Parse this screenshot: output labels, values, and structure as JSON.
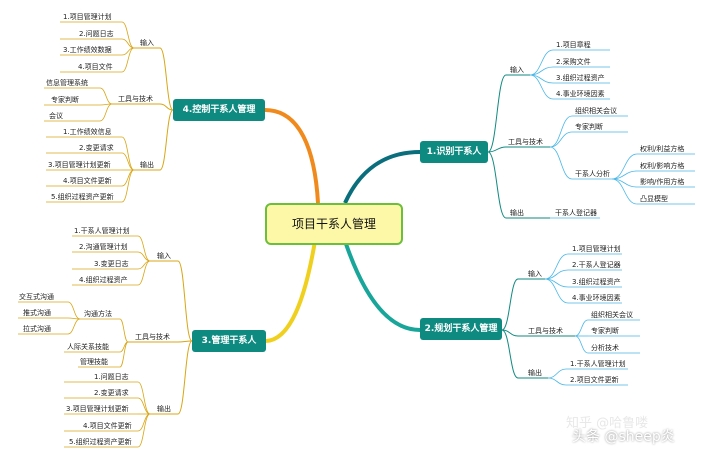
{
  "center_topic": "项目干系人管理",
  "branches": {
    "b1": {
      "title": "1.识别干系人",
      "inputs_label": "输入",
      "inputs": [
        "1.项目章程",
        "2.采购文件",
        "3.组织过程资产",
        "4.事业环境因素"
      ],
      "tools_label": "工具与技术",
      "tools": [
        "组织相关会议",
        "专家判断",
        "干系人分析"
      ],
      "analysis_items": [
        "权利/利益方格",
        "权利/影响方格",
        "影响/作用方格",
        "凸显模型"
      ],
      "outputs_label": "输出",
      "outputs": [
        "干系人登记器"
      ]
    },
    "b2": {
      "title": "2.规划干系人管理",
      "inputs_label": "输入",
      "inputs": [
        "1.项目管理计划",
        "2.干系人登记器",
        "3.组织过程资产",
        "4.事业环境因素"
      ],
      "tools_label": "工具与技术",
      "tools": [
        "组织相关会议",
        "专家判断",
        "分析技术"
      ],
      "outputs_label": "输出",
      "outputs": [
        "1.干系人管理计划",
        "2.项目文件更新"
      ]
    },
    "b3": {
      "title": "3.管理干系人",
      "inputs_label": "输入",
      "inputs": [
        "1.干系人管理计划",
        "2.沟通管理计划",
        "3.变更日志",
        "4.组织过程资产"
      ],
      "tools_label": "工具与技术",
      "tools": [
        "沟通方法",
        "人际关系技能",
        "管理技能"
      ],
      "comm_methods": [
        "交互式沟通",
        "推式沟通",
        "拉式沟通"
      ],
      "outputs_label": "输出",
      "outputs": [
        "1.问题日志",
        "2.变更请求",
        "3.项目管理计划更新",
        "4.项目文件更新",
        "5.组织过程资产更新"
      ]
    },
    "b4": {
      "title": "4.控制干系人管理",
      "inputs_label": "输入",
      "inputs": [
        "1.项目管理计划",
        "2.问题日志",
        "3.工作绩效数据",
        "4.项目文件"
      ],
      "tools_label": "工具与技术",
      "tools": [
        "信息管理系统",
        "专家判断",
        "会议"
      ],
      "outputs_label": "输出",
      "outputs": [
        "1.工作绩效信息",
        "2.变更请求",
        "3.项目管理计划更新",
        "4.项目文件更新",
        "5.组织过程资产更新"
      ]
    }
  },
  "watermarks": {
    "site": "知乎 @哈鲁喽",
    "author": "头条 @sheep炎"
  },
  "colors": {
    "center_fill": "#fdf7a8",
    "center_border": "#6bbf3b",
    "topic_fill": "#0f8a80",
    "teal_line": "#0f8a80",
    "branch1_line": "#0a6e7d",
    "branch2_line": "#18a59a",
    "branch3_line": "#f0d01e",
    "branch4_line": "#f08a1c",
    "right_leaf_line": "#48b7e8",
    "left_leaf_line": "#d9a514"
  }
}
